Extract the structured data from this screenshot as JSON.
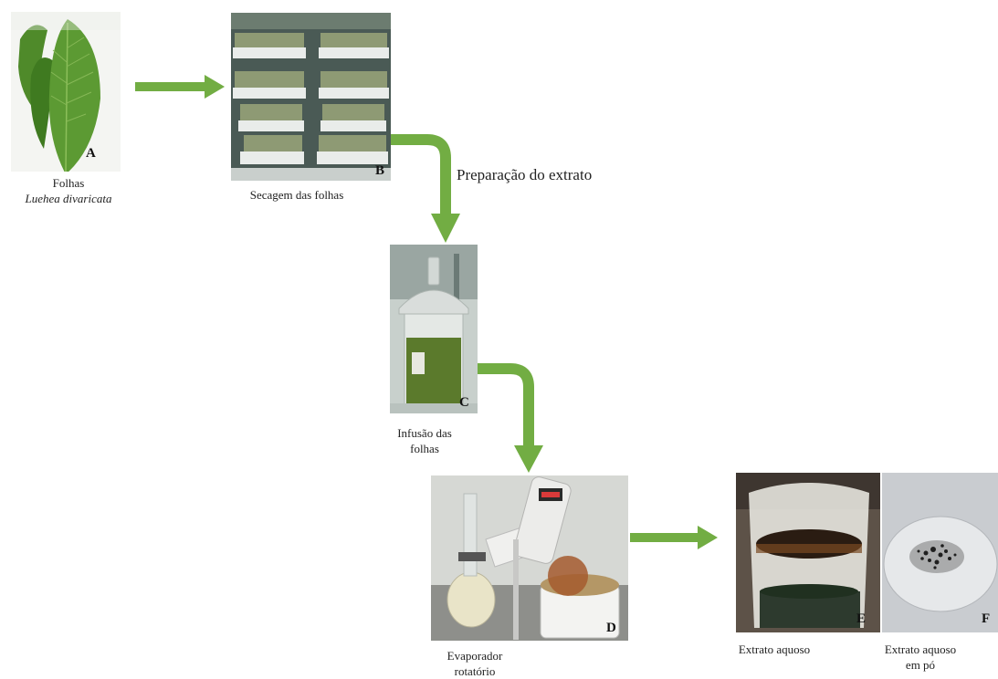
{
  "steps": [
    {
      "letter": "A",
      "caption_line1": "Folhas",
      "caption_line2": "Luehea divaricata"
    },
    {
      "letter": "B",
      "caption_line1": "Secagem das folhas"
    },
    {
      "letter": "C",
      "caption_line1": "Infusão das",
      "caption_line2": "folhas"
    },
    {
      "letter": "D",
      "caption_line1": "Evaporador",
      "caption_line2": "rotatório"
    },
    {
      "letter": "E",
      "caption_line1": "Extrato aquoso"
    },
    {
      "letter": "F",
      "caption_line1": "Extrato aquoso",
      "caption_line2": "em pó"
    }
  ],
  "process_label": "Preparação do extrato",
  "colors": {
    "arrow": "#72ad43"
  }
}
